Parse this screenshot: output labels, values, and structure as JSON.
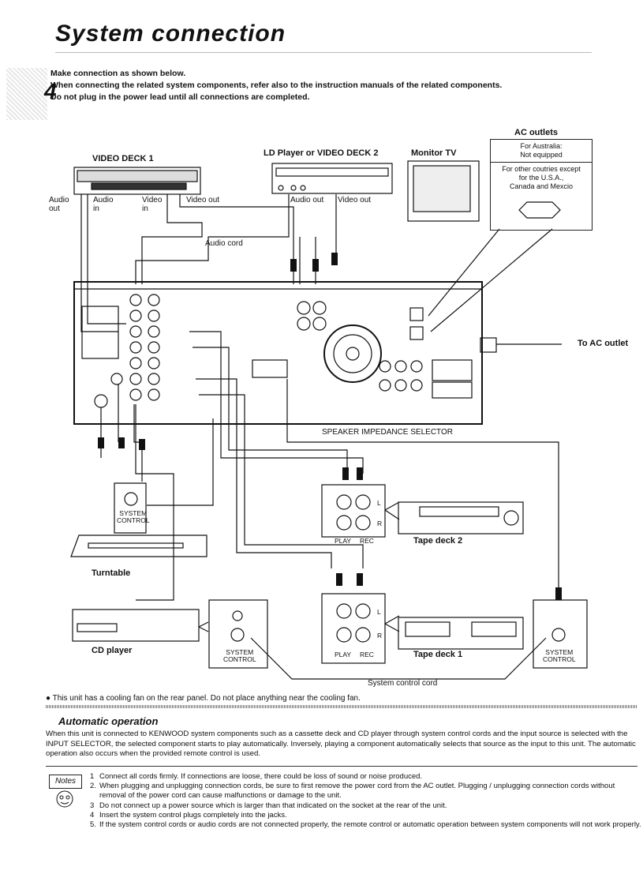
{
  "page": {
    "title": "System connection",
    "step_number": "4",
    "intro": [
      "Make connection as shown below.",
      "When connecting the related system components, refer also to the instruction manuals of the related components.",
      "Do not plug in the power lead until all connections are completed."
    ]
  },
  "diagram": {
    "video_deck_1": "VIDEO DECK 1",
    "ld_player": "LD Player or VIDEO DECK 2",
    "monitor_tv": "Monitor TV",
    "ac_outlets": "AC outlets",
    "ac_australia": "For Australia:\nNot equipped",
    "ac_other": "For other coutries except\nfor the U.S.A.,\nCanada and Mexcio",
    "audio_out_left": "Audio\nout",
    "audio_in": "Audio\nin",
    "video_in": "Video\nin",
    "video_out_1": "Video out",
    "audio_out_ld": "Audio out",
    "video_out_ld": "Video out",
    "audio_cord": "Audio cord",
    "to_ac_outlet": "To AC outlet",
    "speaker_impedance": "SPEAKER IMPEDANCE SELECTOR",
    "system_control": "SYSTEM\nCONTROL",
    "turntable": "Turntable",
    "tape_deck_2": "Tape deck 2",
    "tape_deck_1": "Tape deck 1",
    "cd_player": "CD player",
    "play": "PLAY",
    "rec": "REC",
    "system_control_cord": "System control cord",
    "l": "L",
    "r": "R"
  },
  "fan_note": "This unit has a cooling fan on the rear panel. Do not place anything near the cooling fan.",
  "automatic": {
    "title": "Automatic operation",
    "text": "When this unit is connected to KENWOOD system components such as a cassette deck and CD player through system control cords and the input source is selected with the INPUT SELECTOR, the selected component starts to play automatically. Inversely, playing a component automatically selects that source as the input to this unit. The automatic operation also occurs when the provided remote control is used."
  },
  "notes": {
    "badge": "Notes",
    "items": [
      {
        "n": "1",
        "text": "Connect all cords firmly. If connections are loose, there could be loss of sound or noise produced."
      },
      {
        "n": "2.",
        "text": "When plugging and unplugging connection cords, be sure to first remove the power cord from the AC outlet. Plugging / unplugging connection cords without removal of the power cord can cause malfunctions or damage to the unit."
      },
      {
        "n": "3",
        "text": "Do not connect up a power source which is larger than that indicated on the socket at the rear of the unit."
      },
      {
        "n": "4",
        "text": "Insert the system control plugs completely into the jacks."
      },
      {
        "n": "5.",
        "text": "If the system control cords or audio cords are not connected properly, the remote control or automatic operation between system components will not work properly."
      }
    ]
  }
}
